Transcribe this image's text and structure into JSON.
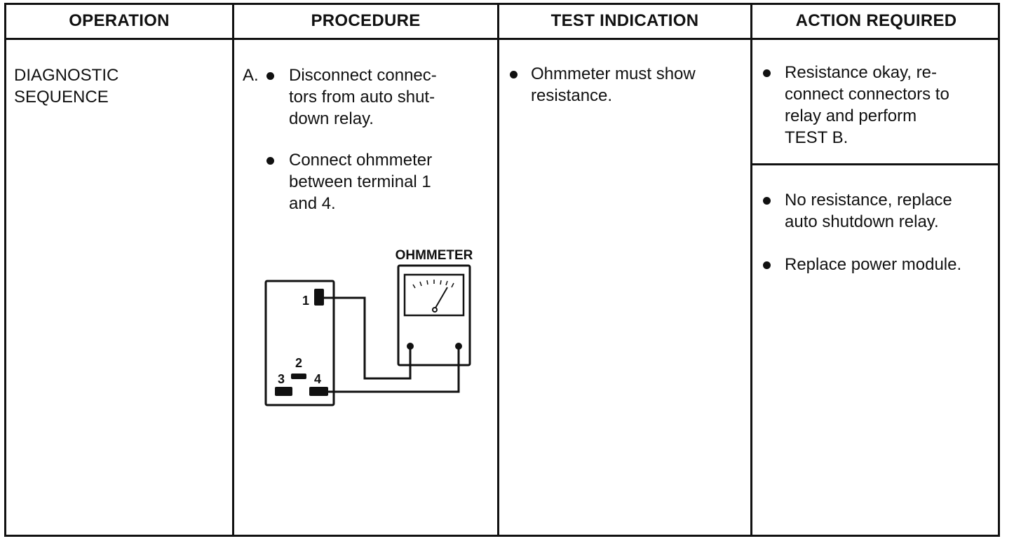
{
  "columns": [
    "OPERATION",
    "PROCEDURE",
    "TEST INDICATION",
    "ACTION REQUIRED"
  ],
  "operation": {
    "lines": [
      "DIAGNOSTIC",
      "SEQUENCE"
    ]
  },
  "procedure": {
    "step_label": "A.",
    "bullets": [
      "Disconnect connec-\ntors from auto shut-\ndown relay.",
      "Connect ohmmeter\nbetween terminal 1\nand 4."
    ]
  },
  "test_indication": {
    "bullets": [
      "Ohmmeter must show\nresistance."
    ]
  },
  "action_required": {
    "top_bullets": [
      "Resistance okay, re-\nconnect connectors to\nrelay and perform\nTEST B."
    ],
    "bottom_bullets": [
      "No resistance, replace\nauto shutdown relay.",
      "Replace power module."
    ]
  },
  "diagram": {
    "meter_label": "OHMMETER",
    "terminals": [
      "1",
      "2",
      "3",
      "4"
    ]
  }
}
